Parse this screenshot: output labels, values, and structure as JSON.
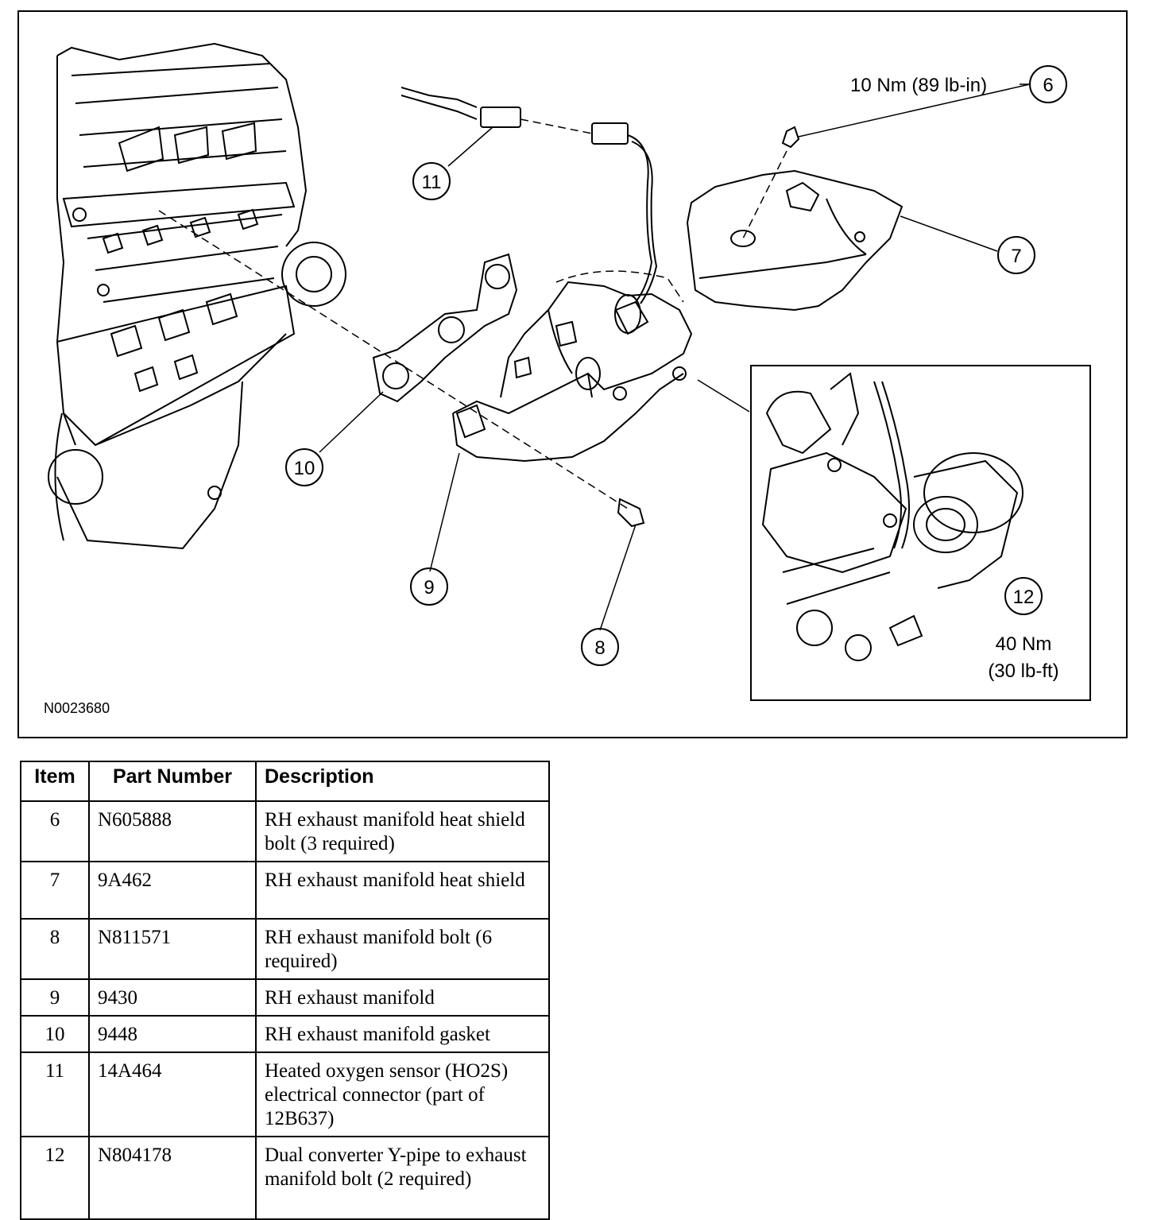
{
  "figure": {
    "figure_id": "N0023680",
    "callouts": [
      "6",
      "7",
      "8",
      "9",
      "10",
      "11",
      "12"
    ],
    "torque_6": "10 Nm (89 lb-in)",
    "torque_12_line1": "40 Nm",
    "torque_12_line2": "(30 lb-ft)"
  },
  "table": {
    "headers": {
      "item": "Item",
      "part": "Part Number",
      "desc": "Description"
    },
    "rows": [
      {
        "item": "6",
        "part": "N605888",
        "desc": "RH exhaust manifold heat shield bolt (3 required)"
      },
      {
        "item": "7",
        "part": "9A462",
        "desc": "RH exhaust manifold heat shield"
      },
      {
        "item": "8",
        "part": "N811571",
        "desc": "RH exhaust manifold bolt (6 required)"
      },
      {
        "item": "9",
        "part": "9430",
        "desc": "RH exhaust manifold"
      },
      {
        "item": "10",
        "part": "9448",
        "desc": "RH exhaust manifold gasket"
      },
      {
        "item": "11",
        "part": "14A464",
        "desc": "Heated oxygen sensor (HO2S) electrical connector (part of 12B637)"
      },
      {
        "item": "12",
        "part": "N804178",
        "desc": "Dual converter Y-pipe to exhaust manifold bolt (2 required)"
      }
    ]
  }
}
